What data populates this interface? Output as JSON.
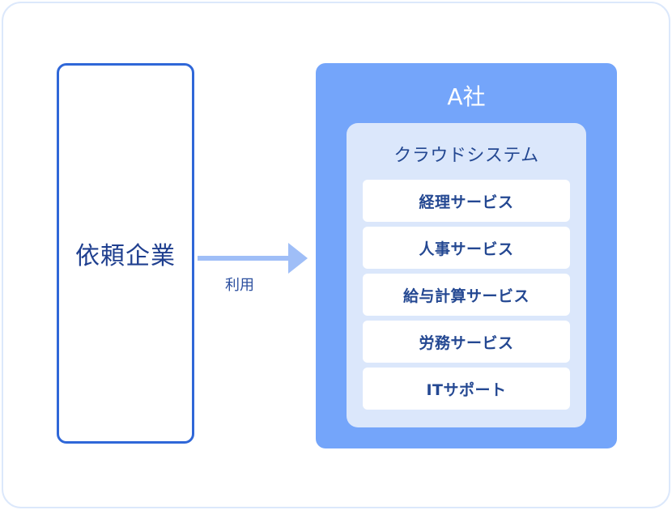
{
  "client": {
    "label": "依頼企業"
  },
  "relation": {
    "label": "利用"
  },
  "company": {
    "title": "A社",
    "cloud": {
      "title": "クラウドシステム",
      "services": [
        {
          "label": "経理サービス"
        },
        {
          "label": "人事サービス"
        },
        {
          "label": "給与計算サービス"
        },
        {
          "label": "労務サービス"
        },
        {
          "label": "ITサポート"
        }
      ]
    }
  },
  "colors": {
    "client_border": "#2f67d8",
    "arrow": "#9fbef7",
    "company_bg": "#74a5fa",
    "cloud_bg": "#dbe7fb",
    "text_dark": "#244892"
  }
}
